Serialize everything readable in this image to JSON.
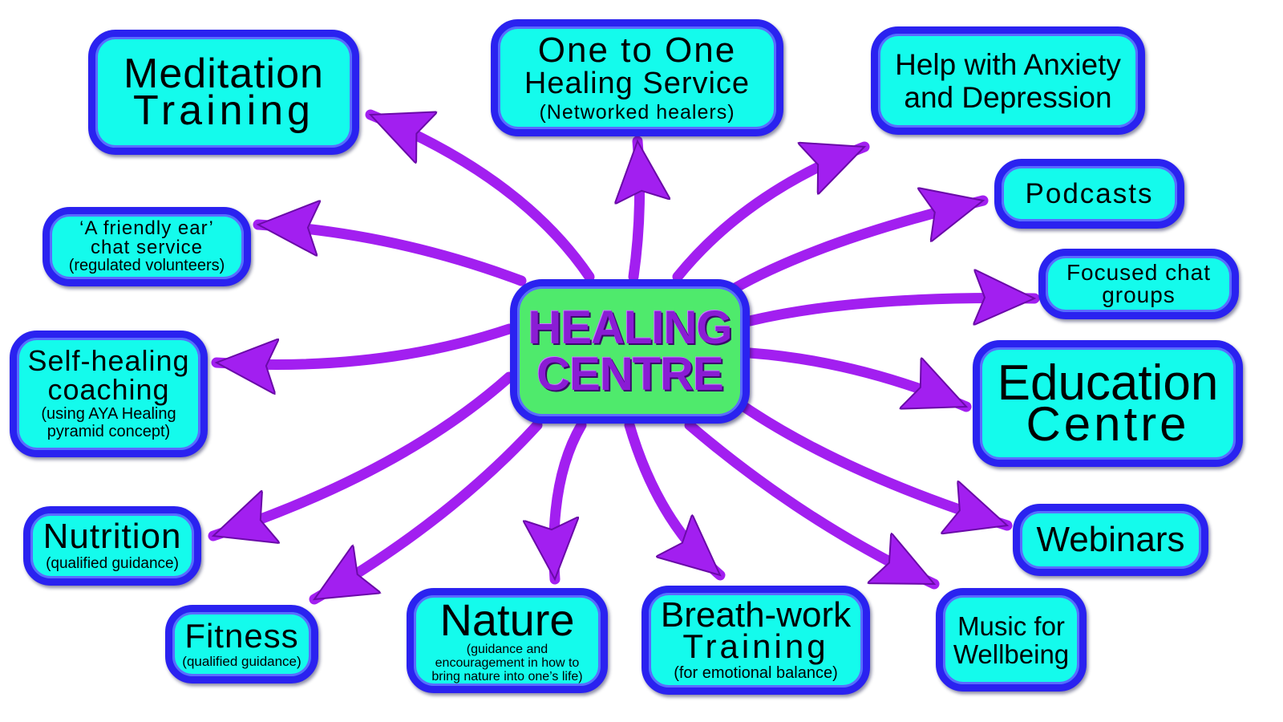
{
  "center": {
    "line1": "HEALING",
    "line2": "CENTRE"
  },
  "nodes": {
    "meditation": {
      "l1": "Meditation",
      "l2": "Training"
    },
    "one_to_one": {
      "l1": "One to One",
      "l2": "Healing Service",
      "sub": "(Networked healers)"
    },
    "anxiety": {
      "l1": "Help with Anxiety",
      "l2": "and Depression"
    },
    "podcasts": {
      "l1": "Podcasts"
    },
    "focused": {
      "l1": "Focused chat",
      "l2": "groups"
    },
    "education": {
      "l1": "Education",
      "l2": "Centre"
    },
    "webinars": {
      "l1": "Webinars"
    },
    "music": {
      "l1": "Music for",
      "l2": "Wellbeing"
    },
    "breath": {
      "l1": "Breath-work",
      "l2": "Training",
      "sub": "(for emotional balance)"
    },
    "nature": {
      "l1": "Nature",
      "s1": "(guidance and",
      "s2": "encouragement in how to",
      "s3": "bring nature into one’s life)"
    },
    "fitness": {
      "l1": "Fitness",
      "sub": "(qualified guidance)"
    },
    "nutrition": {
      "l1": "Nutrition",
      "sub": "(qualified guidance)"
    },
    "selfhealing": {
      "l1": "Self-healing",
      "l2": "coaching",
      "s1": "(using AYA Healing",
      "s2": "pyramid concept)"
    },
    "friendly": {
      "l1": "‘A friendly ear’",
      "l2": "chat service",
      "sub": "(regulated volunteers)"
    }
  },
  "colors": {
    "node_fill": "#14fbec",
    "node_border": "#2a22f0",
    "center_fill": "#4fea6c",
    "arrow": "#a21ff0",
    "center_text": "#8a1cd4"
  }
}
